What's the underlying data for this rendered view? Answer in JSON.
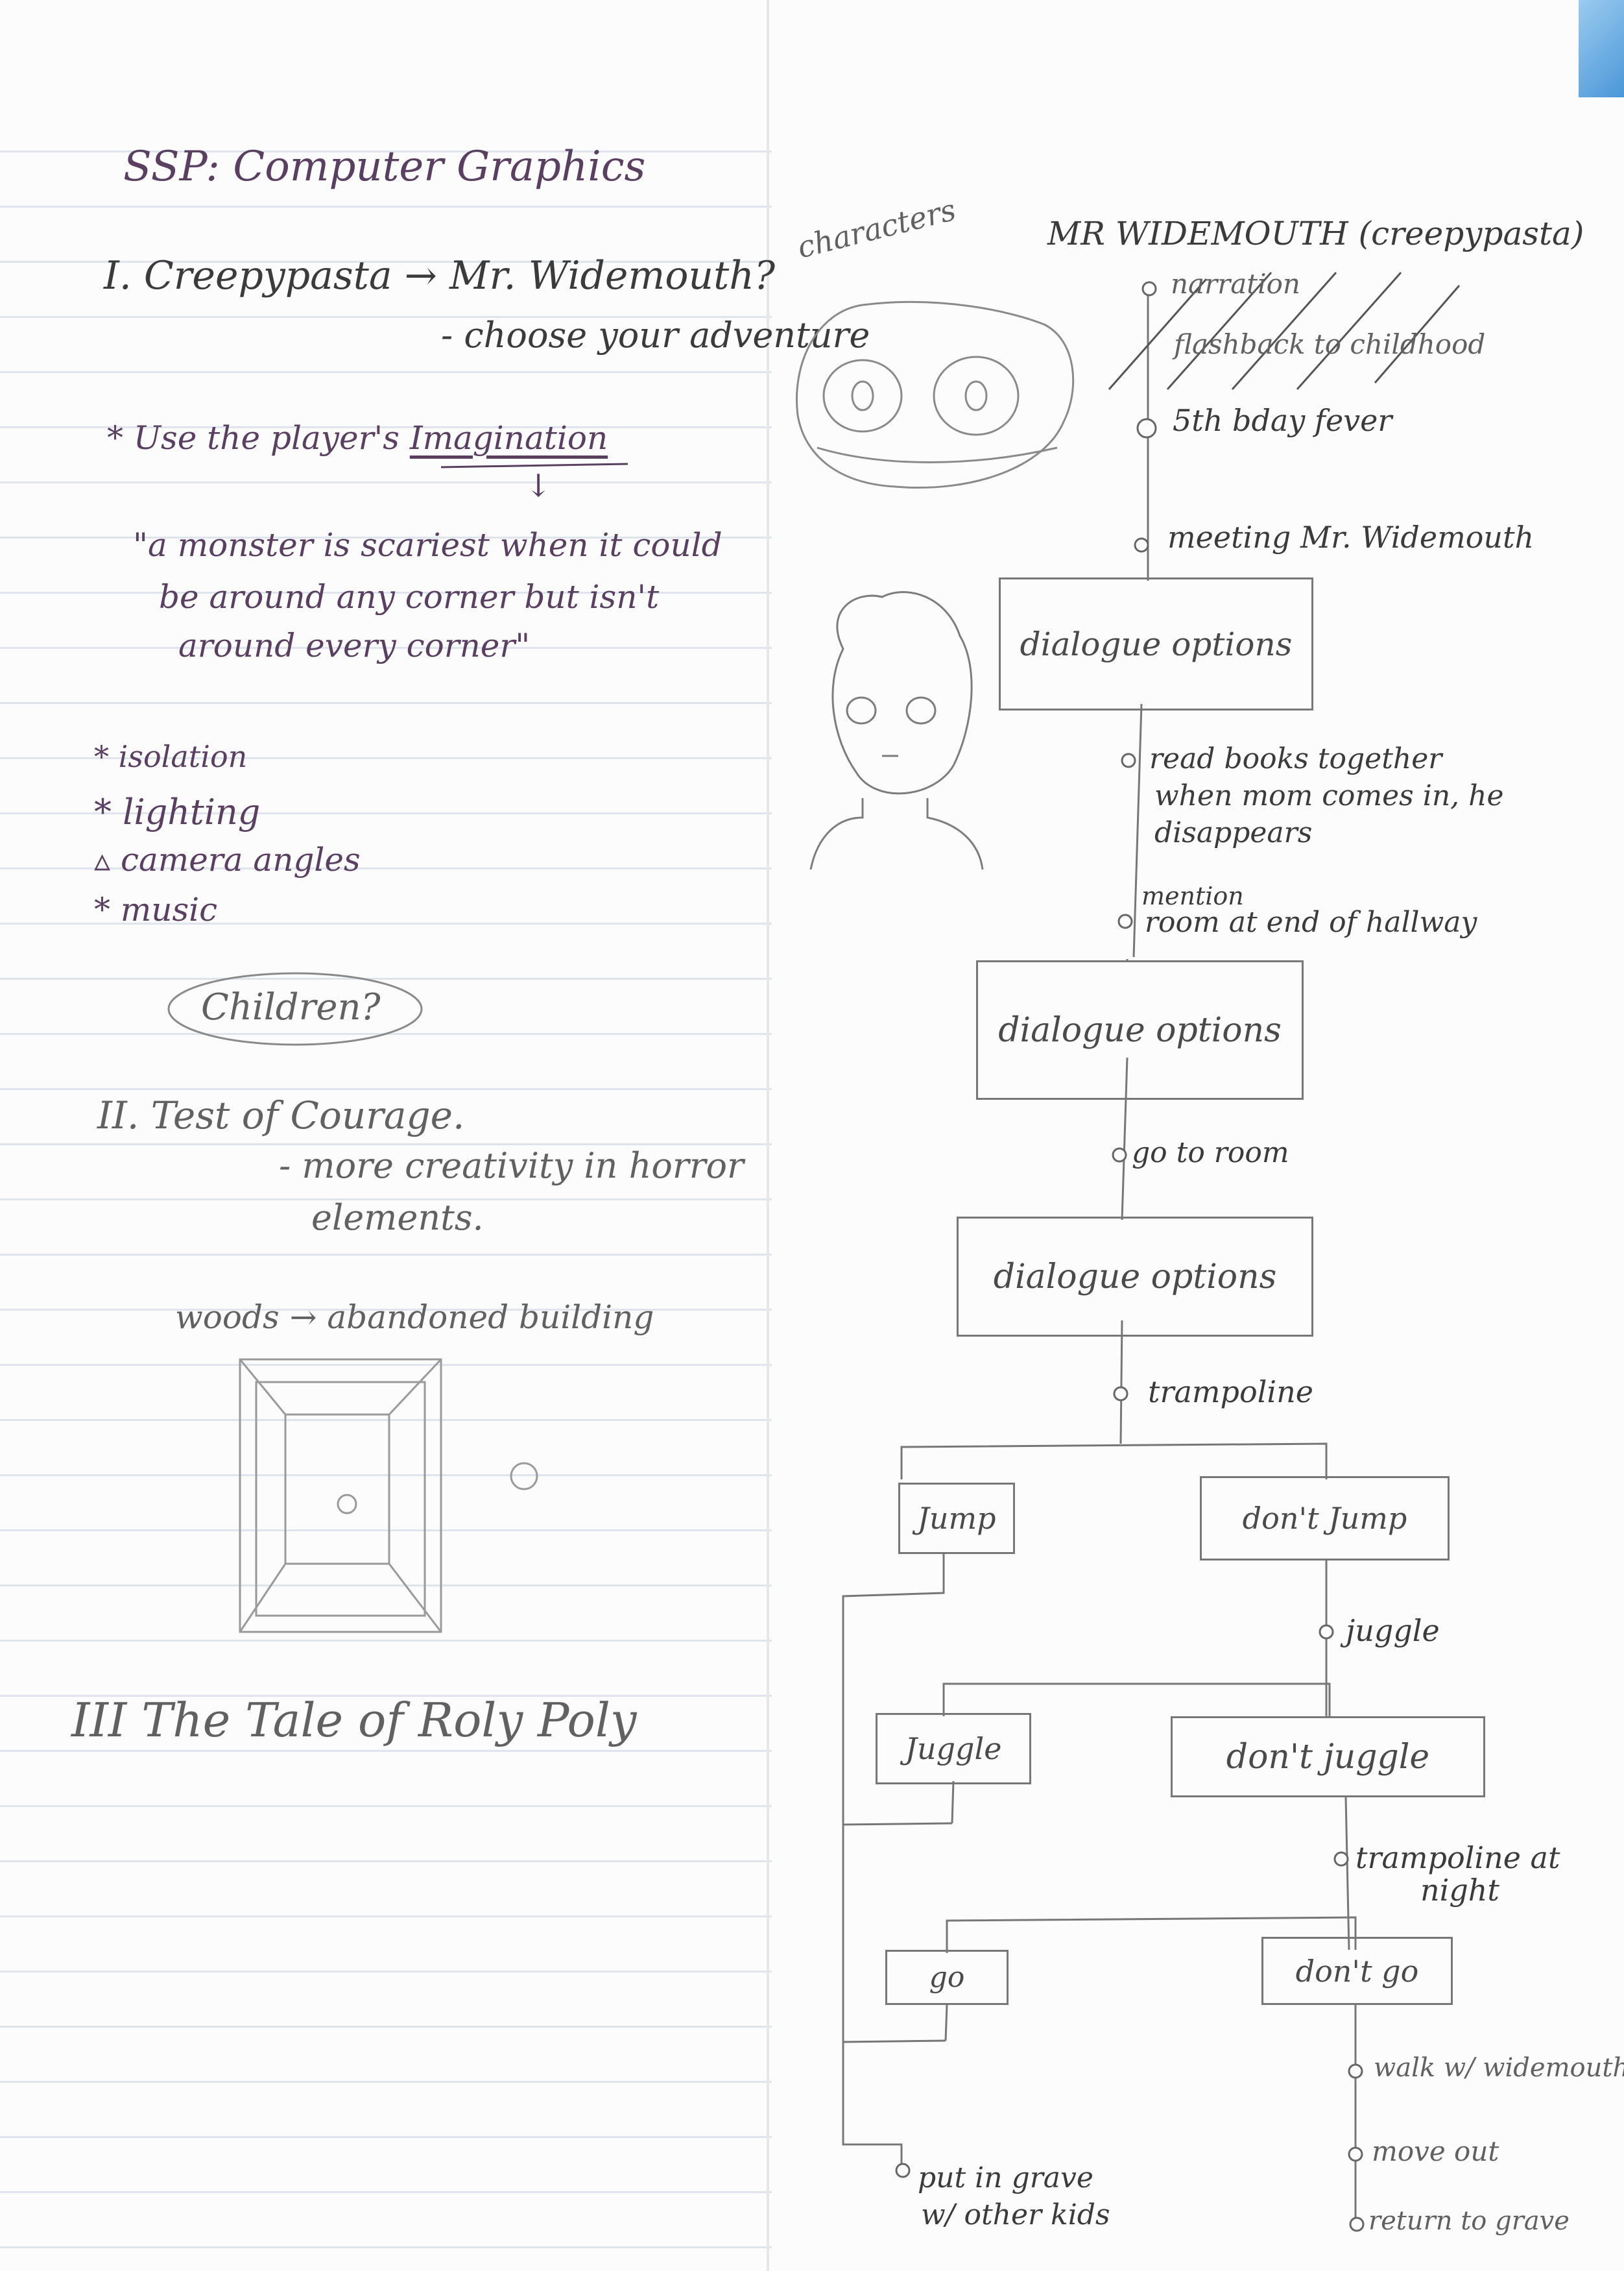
{
  "left_page": {
    "title": "SSP: Computer Graphics",
    "section1": {
      "heading": "I. Creepypasta → Mr. Widemouth?",
      "sub": "- choose your adventure",
      "star_note_prefix": "* Use the player's",
      "star_note_word": "Imagination",
      "arrow": "↓",
      "quote_line1": "\"a monster is scariest when it could",
      "quote_line2": "be around any corner but isn't",
      "quote_line3": "around every corner\"",
      "bullets": [
        "* isolation",
        "* lighting",
        "▵ camera angles",
        "* music"
      ],
      "circled": "Children?"
    },
    "section2": {
      "heading": "II. Test of Courage.",
      "sub_line1": "- more creativity in horror",
      "sub_line2": "elements.",
      "setting": "woods → abandoned building"
    },
    "section3": {
      "heading": "III The Tale of Roly Poly"
    }
  },
  "right_page": {
    "characters_label": "characters",
    "flowchart_title": "MR WIDEMOUTH (creepypasta)",
    "nodes": {
      "narration": "narration",
      "flashback": "flashback to childhood",
      "fever": "5th bday fever",
      "meeting": "meeting Mr. Widemouth",
      "dialogue1": "dialogue options",
      "read_books_1": "read books together",
      "read_books_2": "when mom comes in, he",
      "read_books_3": "disappears",
      "mention_1": "mention",
      "mention_2": "room at end of hallway",
      "dialogue2": "dialogue options",
      "go_to_room": "go to room",
      "dialogue3": "dialogue options",
      "trampoline": "trampoline",
      "jump": "Jump",
      "dont_jump": "don't Jump",
      "juggle_step": "juggle",
      "juggle": "Juggle",
      "dont_juggle": "don't juggle",
      "trampoline_night_1": "trampoline at",
      "trampoline_night_2": "night",
      "go": "go",
      "dont_go": "don't go",
      "walk": "walk w/ widemouth",
      "move_out": "move out",
      "return_grave": "return to grave",
      "grave_1": "put in grave",
      "grave_2": "w/ other kids"
    }
  }
}
